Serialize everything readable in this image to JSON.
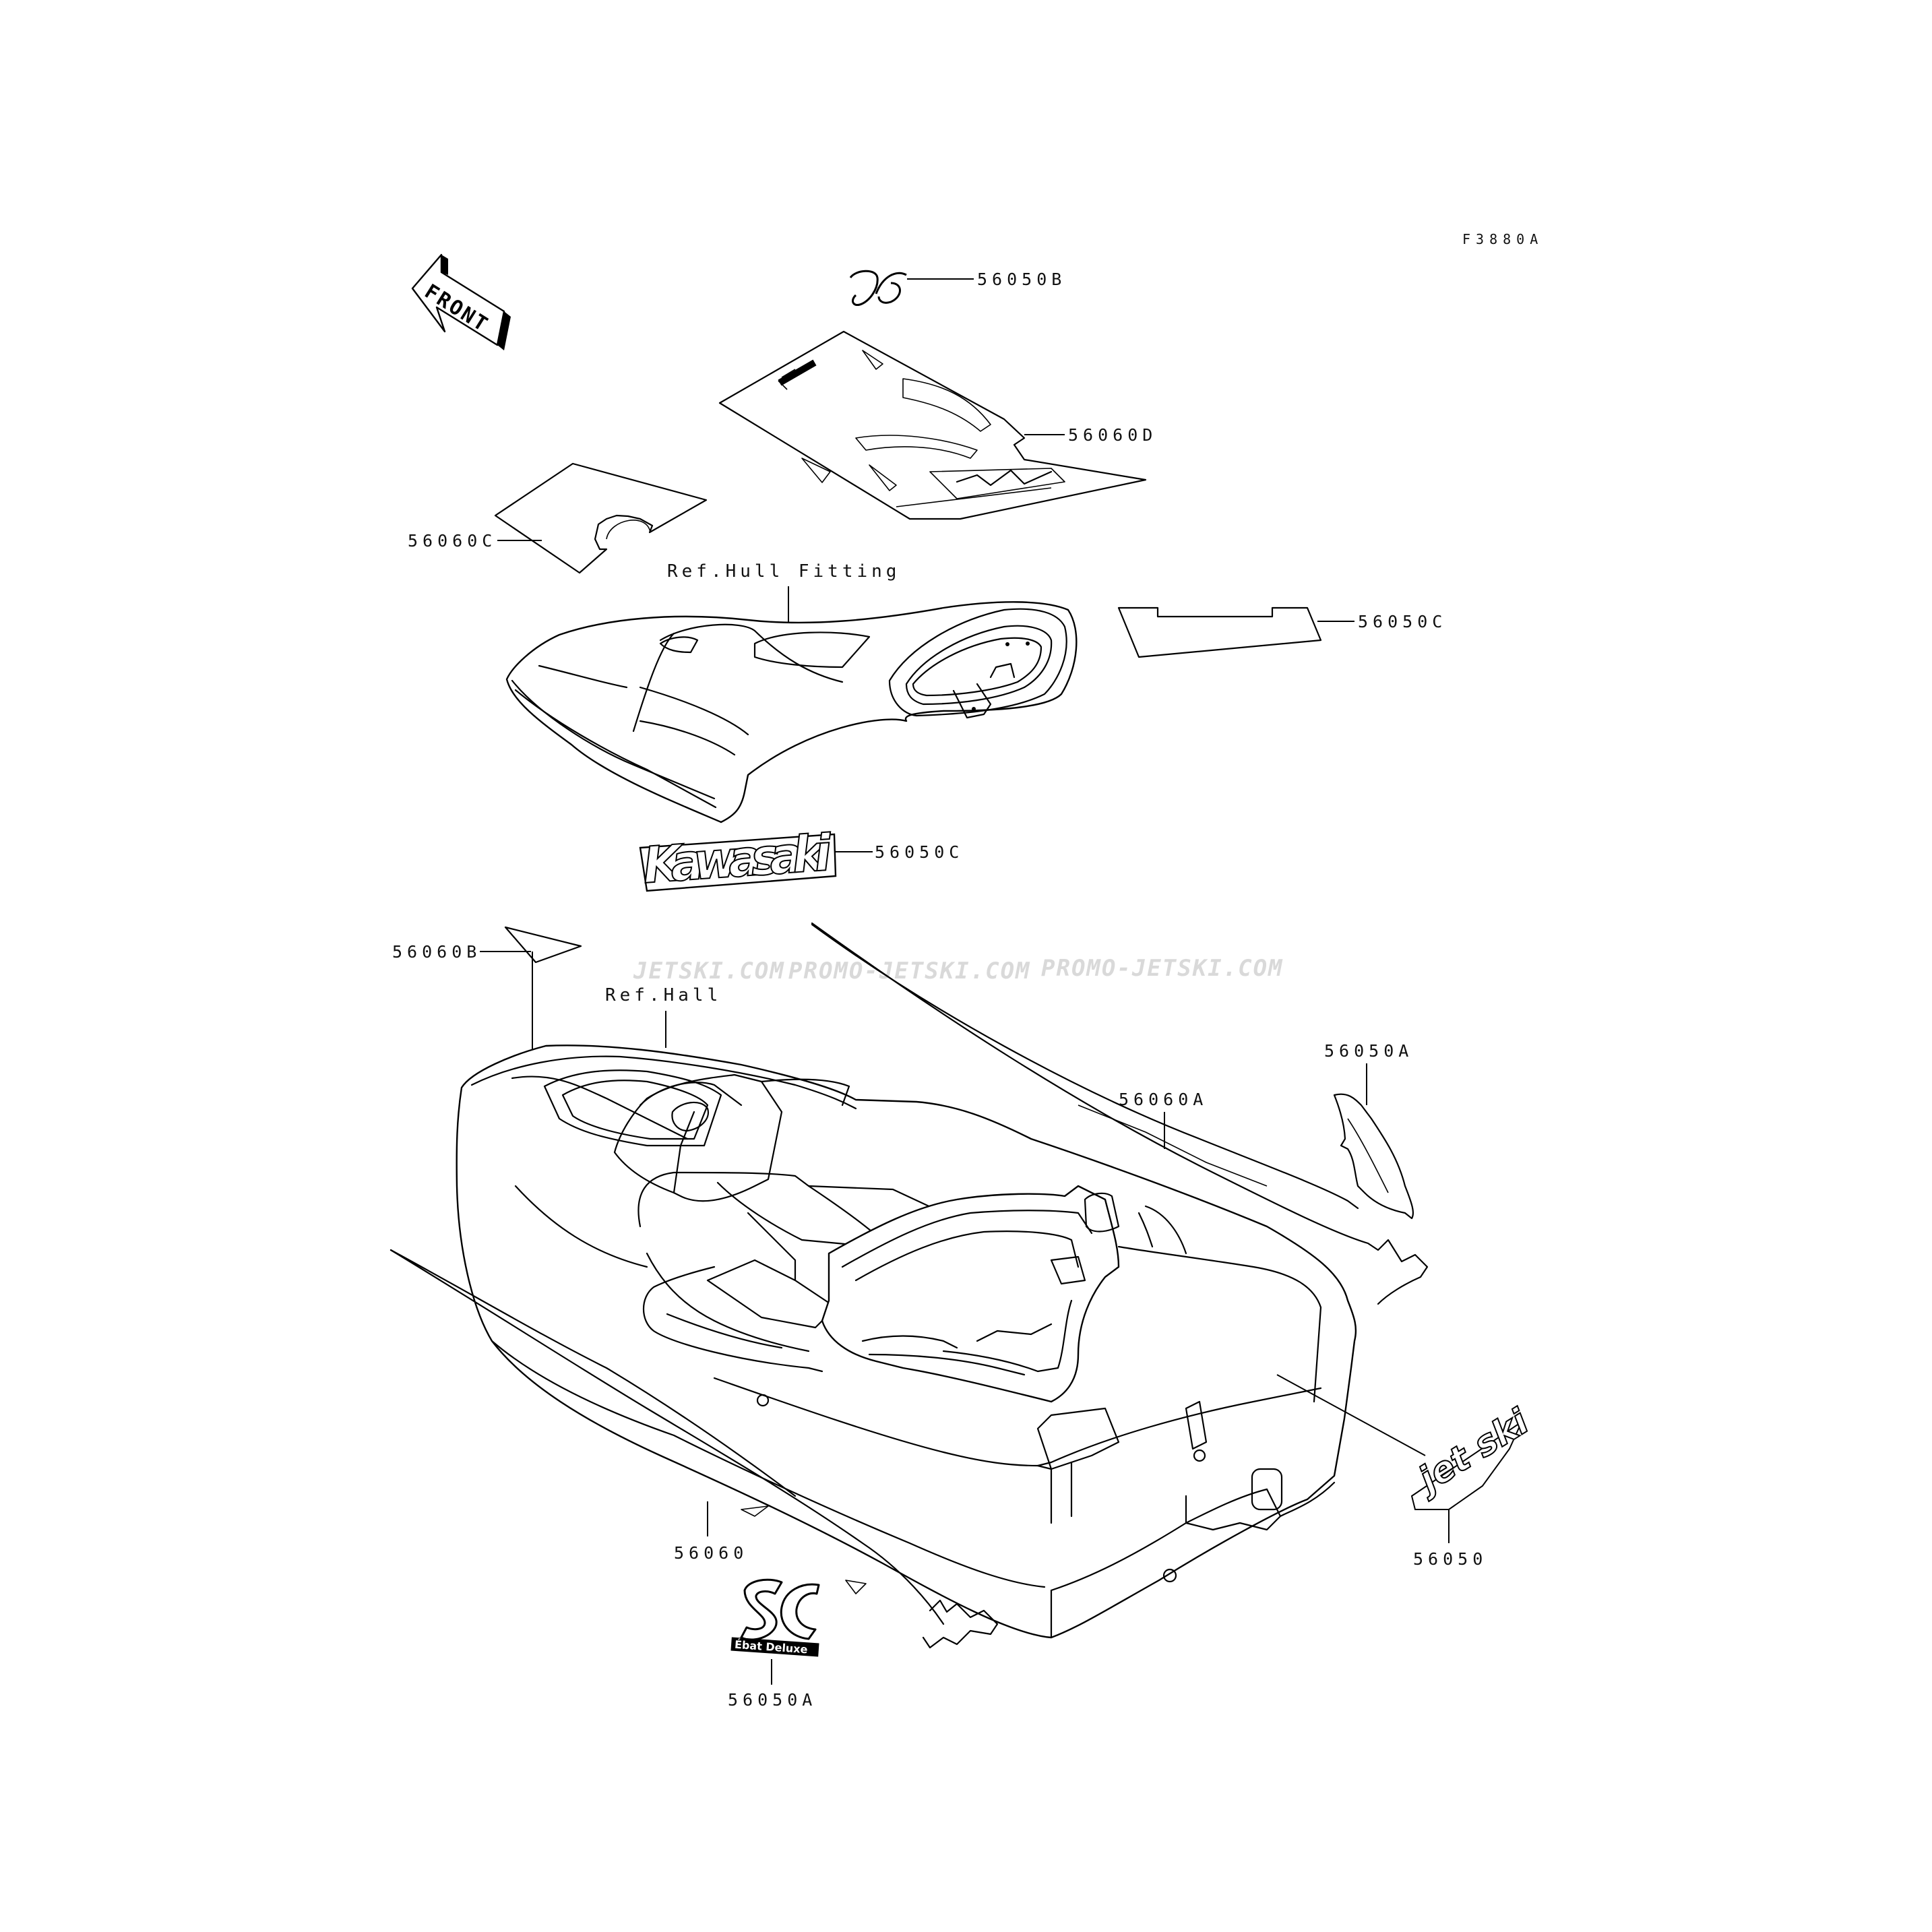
{
  "figure_code": "F3880A",
  "front_marker": "FRONT",
  "references": {
    "hull_fitting": "Ref.Hull Fitting",
    "hull": "Ref.Hall"
  },
  "watermarks": [
    "JETSKI.COM",
    "PROMO-JETSKI.COM",
    "PROMO-JETSKI.COM"
  ],
  "logos": {
    "kawasaki": "Kawasaki",
    "jetski": "jet ski",
    "sc": "SC",
    "sc_sub": "Ébat Deluxe",
    "ds": "DS"
  },
  "parts": [
    {
      "id": "p-56050B",
      "label": "56050B"
    },
    {
      "id": "p-56060D",
      "label": "56060D"
    },
    {
      "id": "p-56060C",
      "label": "56060C"
    },
    {
      "id": "p-56050C-a",
      "label": "56050C"
    },
    {
      "id": "p-56050C-b",
      "label": "56050C"
    },
    {
      "id": "p-56060B",
      "label": "56060B"
    },
    {
      "id": "p-56050A-a",
      "label": "56050A"
    },
    {
      "id": "p-56060A",
      "label": "56060A"
    },
    {
      "id": "p-56050",
      "label": "56050"
    },
    {
      "id": "p-56060",
      "label": "56060"
    },
    {
      "id": "p-56050A-b",
      "label": "56050A"
    }
  ]
}
